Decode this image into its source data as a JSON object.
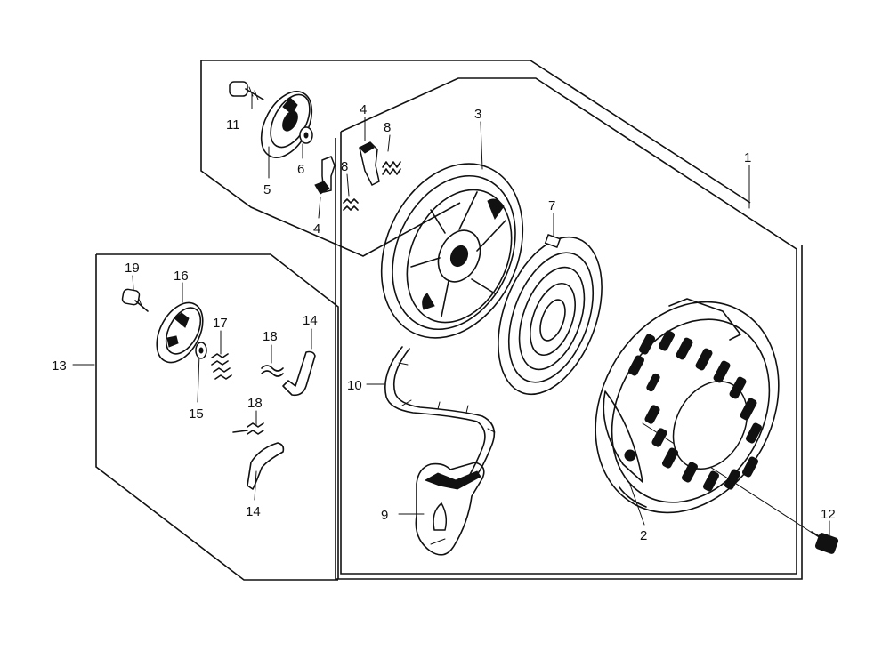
{
  "diagram": {
    "labels": {
      "p1": "1",
      "p2": "2",
      "p3": "3",
      "p4a": "4",
      "p4b": "4",
      "p5": "5",
      "p6": "6",
      "p7": "7",
      "p8a": "8",
      "p8b": "8",
      "p9": "9",
      "p10": "10",
      "p11": "11",
      "p12": "12",
      "p13": "13",
      "p14a": "14",
      "p14b": "14",
      "p15": "15",
      "p16": "16",
      "p17": "17",
      "p18a": "18",
      "p18b": "18",
      "p19": "19"
    }
  }
}
